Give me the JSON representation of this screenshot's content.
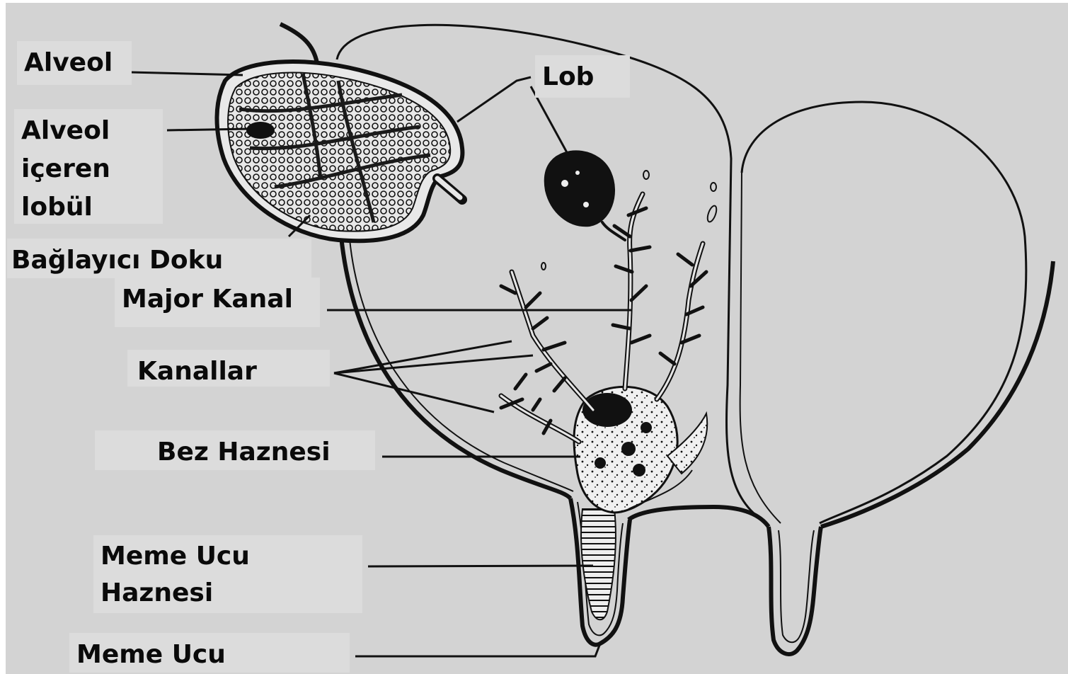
{
  "diagram": {
    "labels": {
      "alveol": "Alveol",
      "lobule_line1": "Alveol",
      "lobule_line2": "içeren",
      "lobule_line3": "lobül",
      "connective": "Bağlayıcı Doku",
      "lob": "Lob",
      "major_duct": "Major Kanal",
      "ducts": "Kanallar",
      "gland_cistern": "Bez Haznesi",
      "teat_cistern_line1": "Meme Ucu",
      "teat_cistern_line2": "Haznesi",
      "teat": "Meme Ucu"
    },
    "colors": {
      "background": "#d3d3d3",
      "label_bg": "#dcdcdc",
      "ink": "#0a0a0a"
    }
  }
}
